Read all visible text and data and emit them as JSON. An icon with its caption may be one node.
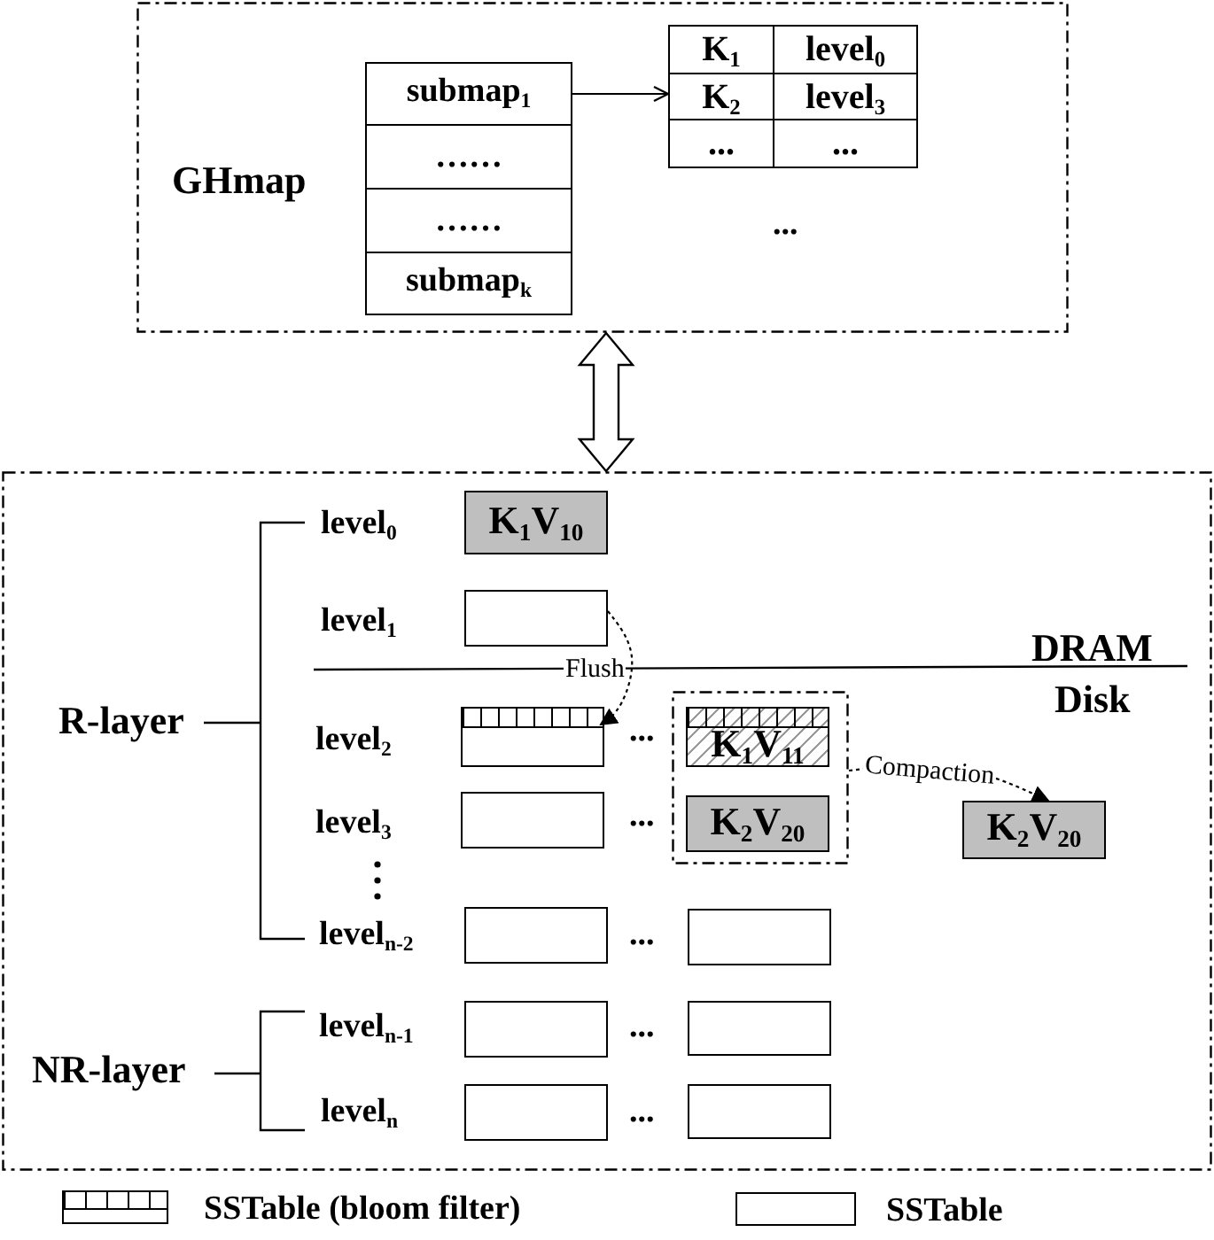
{
  "diagram": {
    "nodes": [
      {
        "text": [
          "GHmap"
        ]
      },
      {
        "text": [
          "submap$_{1}$"
        ],
        "in": 0
      },
      {
        "text": [
          "……"
        ],
        "in": 0
      },
      {
        "text": [
          "……"
        ],
        "in": 0
      },
      {
        "text": [
          "submap$_{k}$"
        ],
        "in": 0
      },
      {
        "text": [
          "K$_{1}$",
          "level$_{0}$",
          "K$_{2}$",
          "level$_{3}$",
          "...",
          "..."
        ],
        "in": 0
      },
      {
        "text": [],
        "shape": "box"
      },
      {
        "text": [
          "K$_{1}$V$_{10}$"
        ],
        "in": 6
      },
      {
        "text": [],
        "shape": "box",
        "in": 6
      },
      {
        "text": [],
        "shape": "box",
        "in": 6
      },
      {
        "text": [],
        "shape": "box",
        "in": 6
      },
      {
        "text": [
          "K$_{1}$V$_{11}$"
        ],
        "in": 10
      },
      {
        "text": [
          "K$_{2}$V$_{20}$"
        ],
        "in": 10
      },
      {
        "text": [],
        "shape": "box",
        "in": 6
      },
      {
        "text": [
          "K$_{2}$V$_{20}$"
        ],
        "in": 6
      },
      {
        "text": [],
        "shape": "box",
        "in": 6
      },
      {
        "text": [],
        "shape": "box",
        "in": 6
      },
      {
        "text": [],
        "shape": "box",
        "in": 6
      },
      {
        "text": [],
        "shape": "box",
        "in": 6
      },
      {
        "text": [],
        "shape": "box",
        "in": 6
      },
      {
        "text": [],
        "shape": "box",
        "in": 6
      }
    ],
    "edges": [
      {
        "from": 1,
        "to": 5,
        "arrow": "to"
      },
      {
        "from": 0,
        "to": 6,
        "arrow": "both",
        "style": "thick"
      },
      {
        "from": 8,
        "to": 9,
        "arrow": "to",
        "style": "dashed",
        "label": "Flush"
      },
      {
        "from": 10,
        "to": 14,
        "arrow": "to",
        "style": "dashed",
        "label": "Compaction"
      }
    ],
    "labels": [
      "...",
      "level$_{0}$",
      "level$_{1}$",
      "DRAM",
      "Disk",
      "R-layer",
      "level$_{2}$",
      "...",
      "level$_{3}$",
      "...",
      "level$_{n-2}$",
      "...",
      "NR-layer",
      "level$_{n-1}$",
      "...",
      "level$_{n}$",
      "..."
    ],
    "legend": [
      {
        "text": "SSTable (bloom filter)"
      },
      {
        "text": "SSTable"
      }
    ]
  }
}
